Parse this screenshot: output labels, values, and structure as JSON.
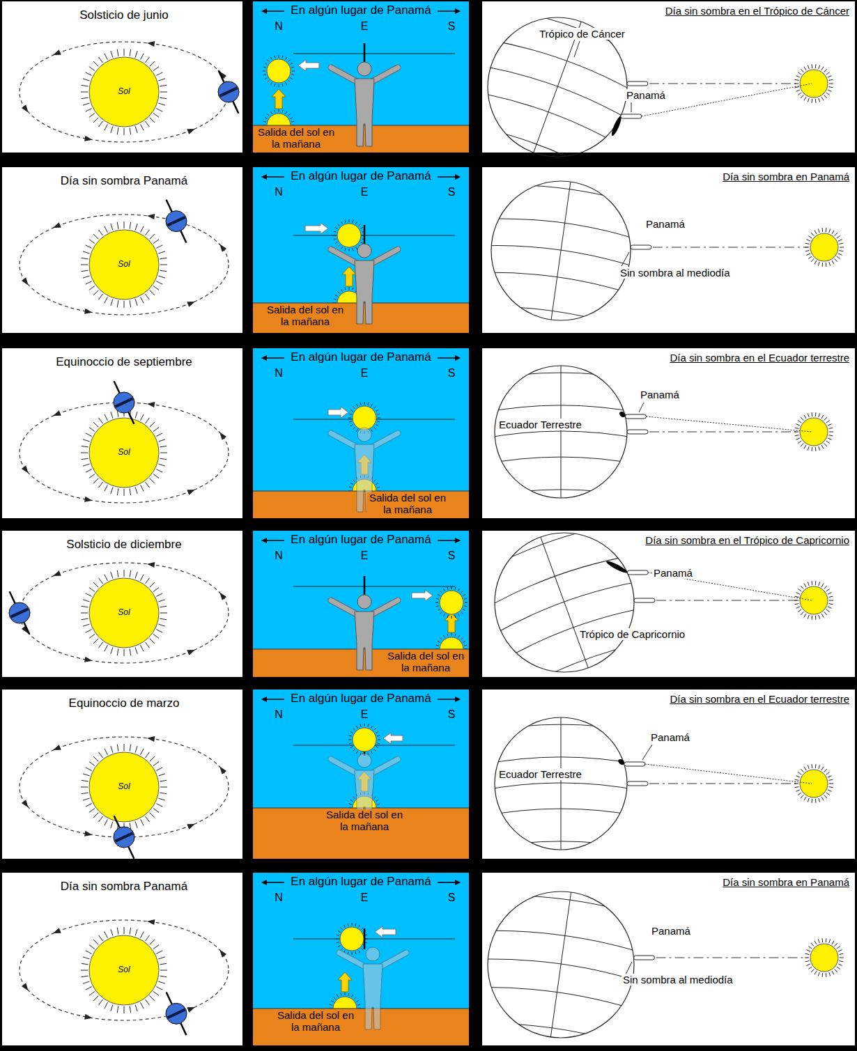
{
  "diagram": {
    "nodes": [
      {
        "text": [
          "Solsticio de junio"
        ]
      },
      {
        "text": [
          "Sol"
        ],
        "in": 0
      },
      {
        "text": [
          "En algún lugar de Panamá",
          "N",
          "E",
          "S"
        ]
      },
      {
        "text": [
          "Salida del sol en la mañana"
        ],
        "in": 2
      },
      {
        "text": [
          "Día sin sombra en el Trópico de Cáncer",
          "Trópico de Cáncer",
          "Panamá"
        ]
      },
      {
        "text": [
          "Día sin sombra Panamá"
        ]
      },
      {
        "text": [
          "Sol"
        ],
        "in": 5
      },
      {
        "text": [
          "En algún lugar de Panamá",
          "N",
          "E",
          "S"
        ]
      },
      {
        "text": [
          "Salida del sol en la mañana"
        ],
        "in": 7
      },
      {
        "text": [
          "Día sin sombra en Panamá",
          "Panamá",
          "Sin sombra al mediodía"
        ]
      },
      {
        "text": [
          "Equinoccio de septiembre"
        ]
      },
      {
        "text": [
          "Sol"
        ],
        "in": 10
      },
      {
        "text": [
          "En algún lugar de Panamá",
          "N",
          "E",
          "S"
        ]
      },
      {
        "text": [
          "Salida del sol en la mañana"
        ],
        "in": 12
      },
      {
        "text": [
          "Día sin sombra en el Ecuador terrestre",
          "Panamá",
          "Ecuador Terrestre"
        ]
      },
      {
        "text": [
          "Solsticio de diciembre"
        ]
      },
      {
        "text": [
          "Sol"
        ],
        "in": 15
      },
      {
        "text": [
          "En algún lugar de Panamá",
          "N",
          "E",
          "S"
        ]
      },
      {
        "text": [
          "Salida del sol en la mañana"
        ],
        "in": 17
      },
      {
        "text": [
          "Día sin sombra en el Trópico de Capricornio",
          "Panamá",
          "Trópico de Capricornio"
        ]
      },
      {
        "text": [
          "Equinoccio de marzo"
        ]
      },
      {
        "text": [
          "Sol"
        ],
        "in": 20
      },
      {
        "text": [
          "En algún lugar de Panamá",
          "N",
          "E",
          "S"
        ]
      },
      {
        "text": [
          "Salida del sol en la mañana"
        ],
        "in": 22
      },
      {
        "text": [
          "Día sin sombra en el Ecuador terrestre",
          "Panamá",
          "Ecuador Terrestre"
        ]
      },
      {
        "text": [
          "Día sin sombra Panamá"
        ]
      },
      {
        "text": [
          "Sol"
        ],
        "in": 25
      },
      {
        "text": [
          "En algún lugar de Panamá",
          "N",
          "E",
          "S"
        ]
      },
      {
        "text": [
          "Salida del sol en la mañana"
        ],
        "in": 27
      },
      {
        "text": [
          "Día sin sombra en Panamá",
          "Panamá",
          "Sin sombra al mediodía"
        ]
      }
    ]
  }
}
